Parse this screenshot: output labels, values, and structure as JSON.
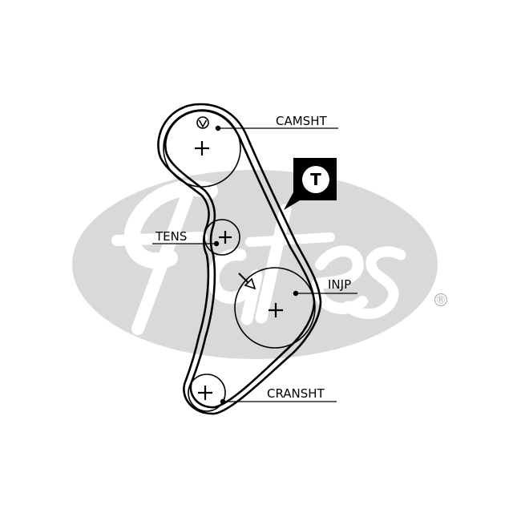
{
  "diagram": {
    "labels": {
      "camshaft": "CAMSHT",
      "tensioner": "TENS",
      "injection_pump": "INJP",
      "crankshaft": "CRANSHT"
    },
    "tension_badge": "T",
    "registered_mark": "®",
    "watermark": {
      "type": "logo",
      "brand": "Gates",
      "color": "#d9d9d9"
    },
    "colors": {
      "line": "#000000",
      "background": "#ffffff"
    },
    "icons": [
      "timing-mark-icon",
      "tension-badge-icon",
      "arrow-icon"
    ]
  }
}
